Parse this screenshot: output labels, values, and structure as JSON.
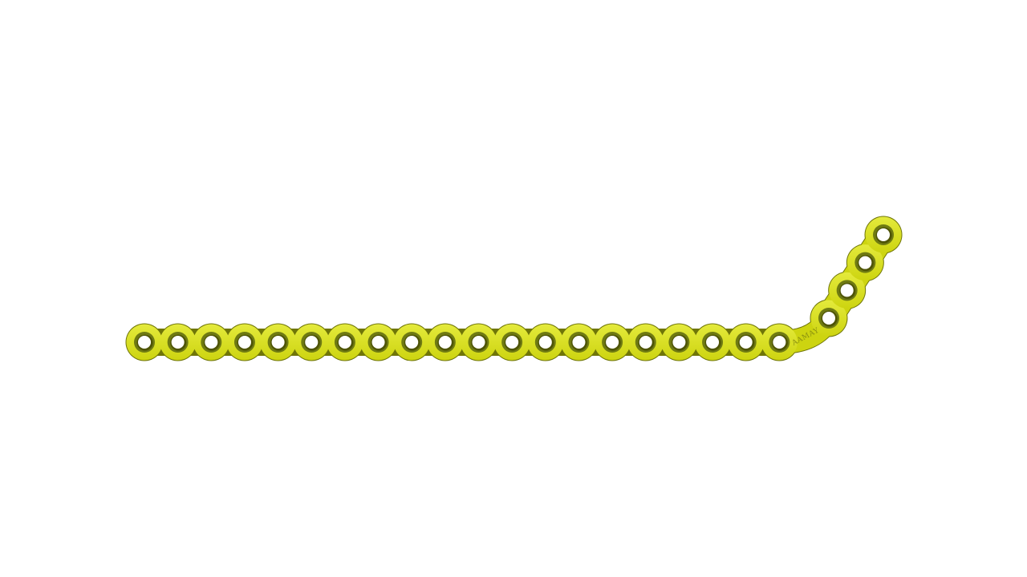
{
  "image": {
    "subject": "bone-plate-icon",
    "background_color": "#ffffff"
  },
  "plate": {
    "straight_hole_count": 20,
    "angled_hole_count": 4,
    "colors": {
      "body": "#cdd410",
      "body_highlight": "#e4ea3c",
      "outline": "#6f7508",
      "hole_ring": "#6f7a12",
      "hole_ring_inner": "#4e5406",
      "hole_center": "#ffffff",
      "engraving": "#8a9010"
    },
    "engraving_text": "AAMAY"
  }
}
